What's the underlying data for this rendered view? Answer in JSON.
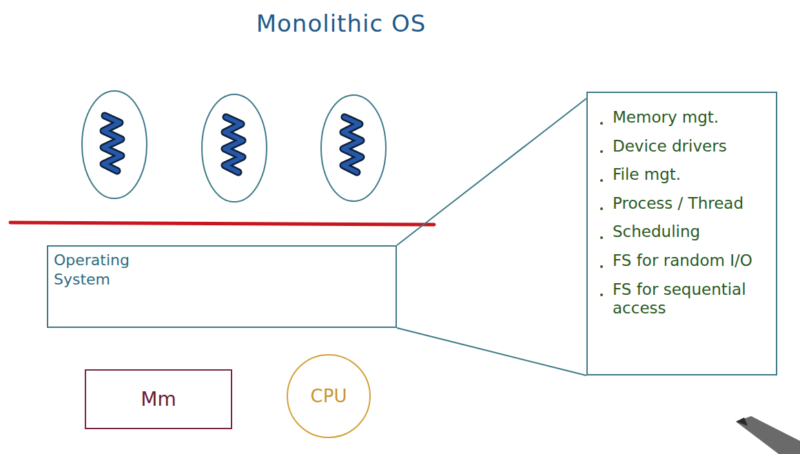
{
  "diagram": {
    "title": "Monolithic OS",
    "nodes": [
      {
        "text": [
          "Operating System"
        ]
      },
      {
        "text": [
          "Memory mgt.",
          "Device drivers",
          "File mgt.",
          "Process / Thread",
          "Scheduling",
          "FS for random I/O",
          "FS for sequential access"
        ]
      },
      {
        "text": [
          "Mm"
        ]
      },
      {
        "text": [
          "CPU"
        ]
      }
    ],
    "edges": [
      {
        "from": 0,
        "to": 1,
        "arrow": "none"
      }
    ]
  }
}
